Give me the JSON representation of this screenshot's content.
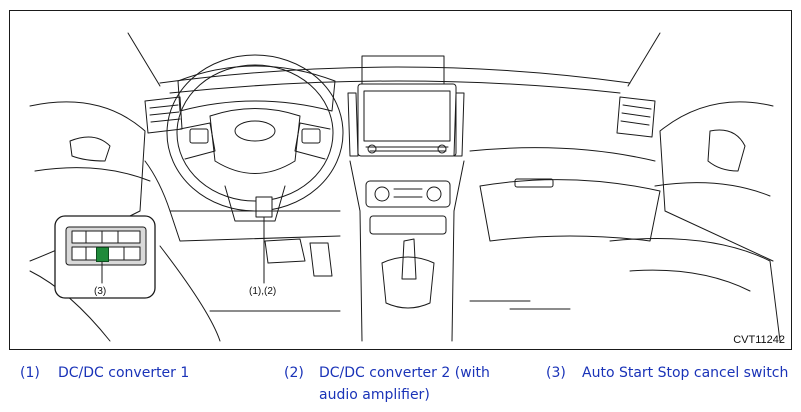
{
  "figure": {
    "code": "CVT11242",
    "callouts": {
      "c3": "(3)",
      "c12": "(1),(2)"
    },
    "switch_color": "#1f8a3a",
    "line_color": "#1a1a1a"
  },
  "legend": {
    "color": "#1a33b8",
    "items": [
      {
        "num": "(1)",
        "text_line1": "DC/DC converter 1",
        "text_line2": ""
      },
      {
        "num": "(2)",
        "text_line1": "DC/DC converter 2 (with",
        "text_line2": "audio amplifier)"
      },
      {
        "num": "(3)",
        "text_line1": "Auto Start Stop cancel switch",
        "text_line2": ""
      }
    ]
  }
}
